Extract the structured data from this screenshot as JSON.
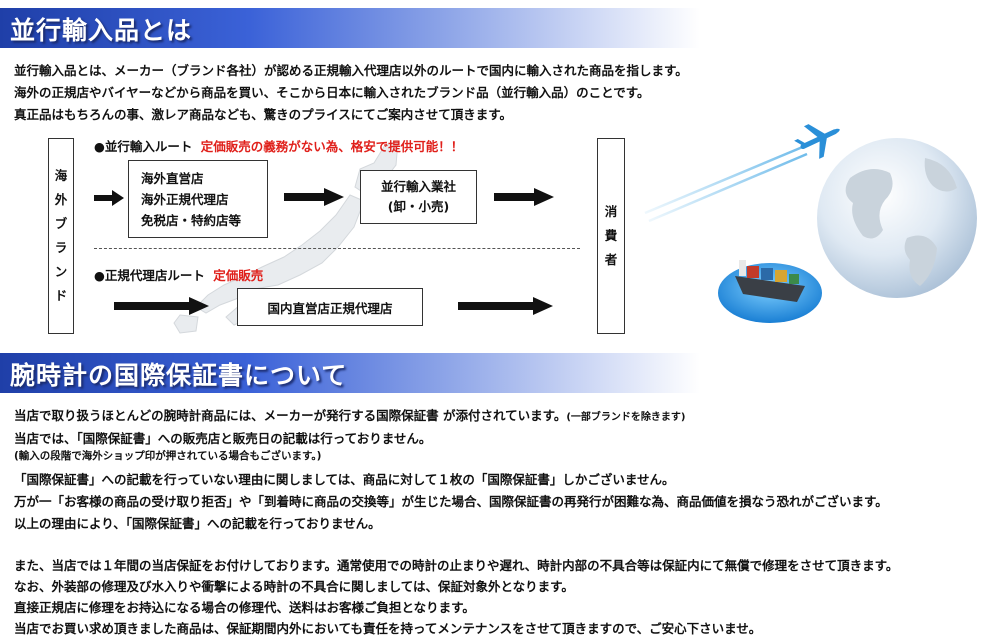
{
  "section1": {
    "title": "並行輸入品とは",
    "lines": [
      "並行輸入品とは、メーカー（ブランド各社）が認める正規輸入代理店以外のルートで国内に輸入された商品を指します。",
      "海外の正規店やバイヤーなどから商品を買い、そこから日本に輸入されたブランド品（並行輸入品）のことです。",
      "真正品はもちろんの事、激レア商品なども、驚きのプライスにてご案内させて頂きます。"
    ]
  },
  "diagram": {
    "brand_chars": [
      "海",
      "外",
      "ブ",
      "ラ",
      "ン",
      "ド"
    ],
    "consumer_chars": [
      "消",
      "費",
      "者"
    ],
    "parallel_route_label": "●並行輸入ルート",
    "parallel_route_note": "定価販売の義務がない為、格安で提供可能！！",
    "overseas_sources": [
      "海外直営店",
      "海外正規代理店",
      "免税店・特約店等"
    ],
    "importer_lines": [
      "並行輸入業社",
      "(卸・小売)"
    ],
    "official_route_label": "●正規代理店ルート",
    "official_route_note": "定価販売",
    "domestic_store": "国内直営店正規代理店"
  },
  "section2": {
    "title": "腕時計の国際保証書について",
    "line1_main": "当店で取り扱うほとんどの腕時計商品には、メーカーが発行する国際保証書 が添付されています。",
    "line1_note": "(一部ブランドを除きます)",
    "line2": "当店では、「国際保証書」への販売店と販売日の記載は行っておりません。",
    "line3": "(輸入の段階で海外ショップ印が押されている場合もございます。)",
    "line4": "「国際保証書」への記載を行っていない理由に関しましては、商品に対して１枚の「国際保証書」しかございません。",
    "line5": "万が一「お客様の商品の受け取り拒否」や「到着時に商品の交換等」が生じた場合、国際保証書の再発行が困難な為、商品価値を損なう恐れがございます。",
    "line6": "以上の理由により、「国際保証書」への記載を行っておりません。",
    "line7": "また、当店では１年間の当店保証をお付けしております。通常使用での時計の止まりや遅れ、時計内部の不具合等は保証内にて無償で修理をさせて頂きます。",
    "line8": "なお、外装部の修理及び水入りや衝撃による時計の不具合に関しましては、保証対象外となります。",
    "line9": "直接正規店に修理をお持込になる場合の修理代、送料はお客様ご負担となります。",
    "line10": "当店でお買い求め頂きました商品は、保証期間内外においても責任を持ってメンテナンスをさせて頂きますので、ご安心下さいませ。"
  },
  "colors": {
    "banner_blue": "#2a4dc4",
    "accent_red": "#e0201b"
  }
}
